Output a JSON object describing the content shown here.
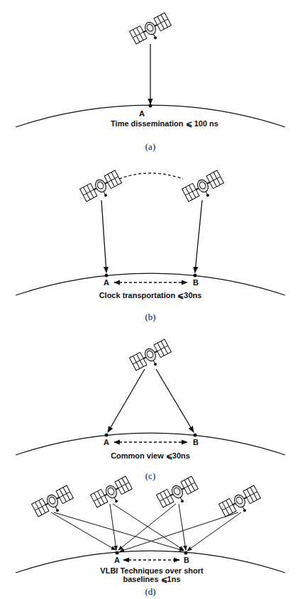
{
  "diagram": {
    "labels": [
      "A",
      "Time dissemination ⩽ 100 ns",
      "(a)",
      "A",
      "B",
      "Clock transportation ⩽30ns",
      "(b)",
      "A",
      "B",
      "Common view ⩽30ns",
      "(c)",
      "A",
      "B",
      "VLBI Techniques over short baselines ⩽1ns",
      "(d)"
    ]
  }
}
